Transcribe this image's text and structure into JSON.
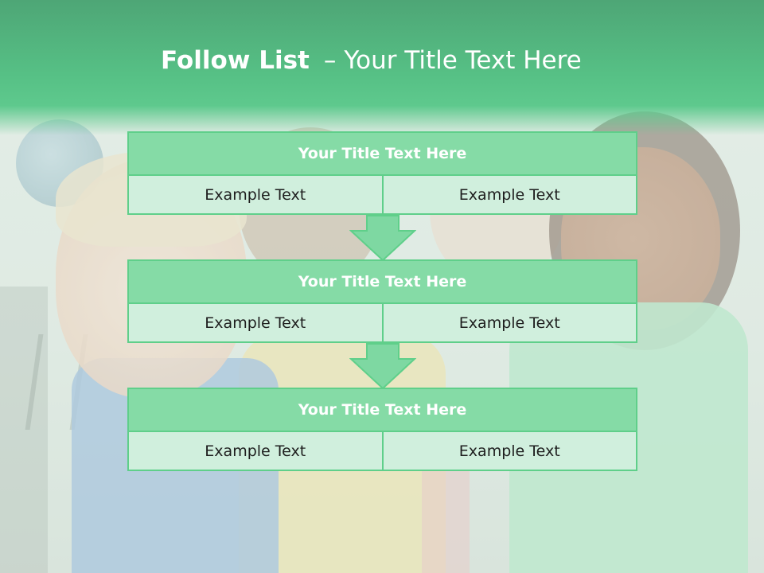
{
  "slide": {
    "title_bold": "Follow List",
    "title_sep": "–",
    "title_rest": "Your Title Text Here"
  },
  "blocks": [
    {
      "title": "Your Title Text Here",
      "left": "Example Text",
      "right": "Example Text"
    },
    {
      "title": "Your Title Text Here",
      "left": "Example Text",
      "right": "Example Text"
    },
    {
      "title": "Your Title Text Here",
      "left": "Example Text",
      "right": "Example Text"
    }
  ],
  "colors": {
    "header": "#56c085",
    "block_title": "#85dba6",
    "cell": "#d0efdd",
    "border": "#5fcf8a",
    "arrow": "#7ed8a2"
  }
}
